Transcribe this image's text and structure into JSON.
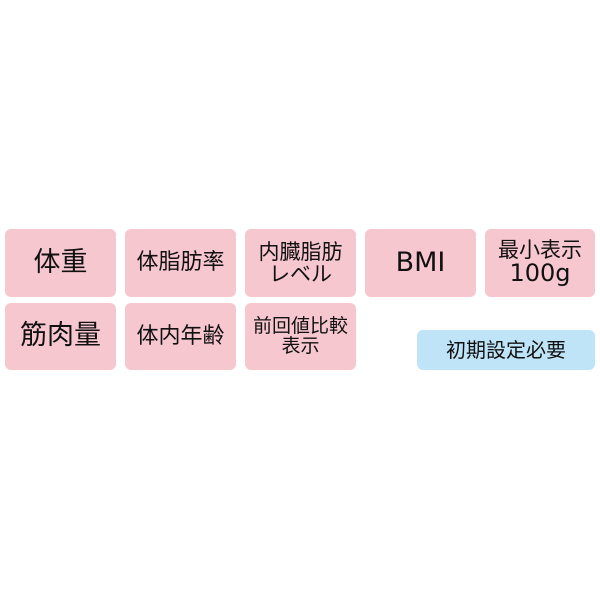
{
  "colors": {
    "tile": "#f6c7cf",
    "notice": "#bfe4f8"
  },
  "tiles": [
    {
      "lines": [
        "体重"
      ]
    },
    {
      "lines": [
        "体脂肪率"
      ]
    },
    {
      "lines": [
        "内臓脂肪",
        "レベル"
      ]
    },
    {
      "lines": [
        "BMI"
      ]
    },
    {
      "lines": [
        "最小表示",
        "100g"
      ]
    },
    {
      "lines": [
        "筋肉量"
      ]
    },
    {
      "lines": [
        "体内年齢"
      ]
    },
    {
      "lines": [
        "前回値比較",
        "表示"
      ]
    }
  ],
  "notice": "初期設定必要"
}
